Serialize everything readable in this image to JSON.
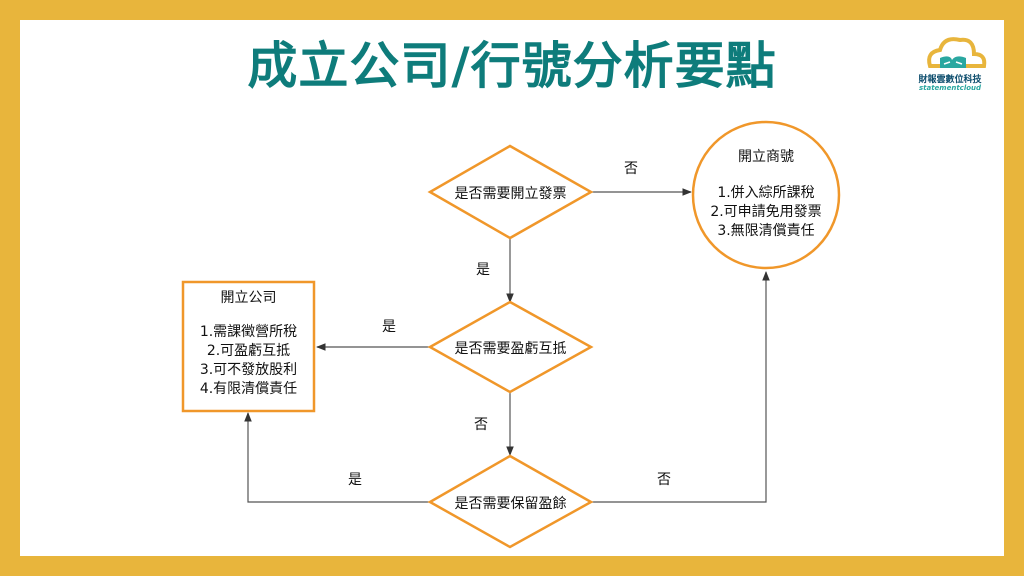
{
  "title": "成立公司/行號分析要點",
  "logo": {
    "name": "財報雲數位科技",
    "sub": "statementcloud",
    "icon": "cloud-book-icon",
    "colors": {
      "cloud": "#E8B53C",
      "accent": "#2AA7A0"
    }
  },
  "colors": {
    "background": "#E8B53C",
    "title": "#0E7C7B",
    "shape_stroke": "#F0972A",
    "edge": "#555555"
  },
  "decisions": {
    "invoice": "是否需要開立發票",
    "loss_offset": "是否需要盈虧互抵",
    "retain_earnings": "是否需要保留盈餘"
  },
  "company": {
    "heading": "開立公司",
    "items": [
      "1.需課徵營所稅",
      "2.可盈虧互抵",
      "3.可不發放股利",
      "4.有限清償責任"
    ]
  },
  "firm": {
    "heading": "開立商號",
    "items": [
      "1.併入綜所課稅",
      "2.可申請免用發票",
      "3.無限清償責任"
    ]
  },
  "edges": {
    "invoice_no": "否",
    "invoice_yes": "是",
    "loss_yes": "是",
    "loss_no": "否",
    "retain_yes": "是",
    "retain_no": "否"
  }
}
